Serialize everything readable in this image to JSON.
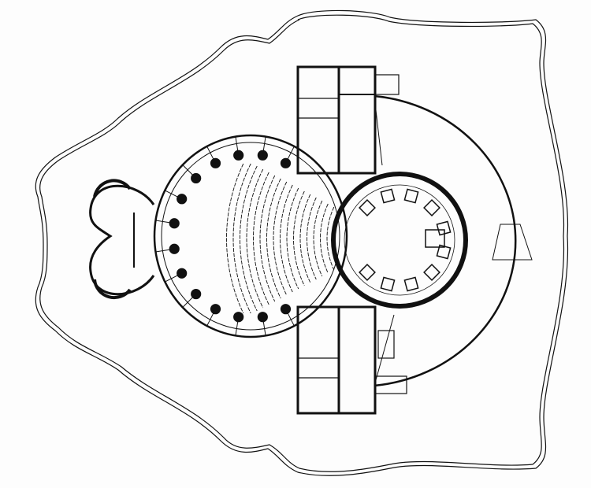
{
  "colors": {
    "paper": "#fdfdfd",
    "ink": "#111111"
  },
  "plan": {
    "auditorium_columns": 14,
    "stage_columns": 10,
    "seat_rows": 16
  }
}
